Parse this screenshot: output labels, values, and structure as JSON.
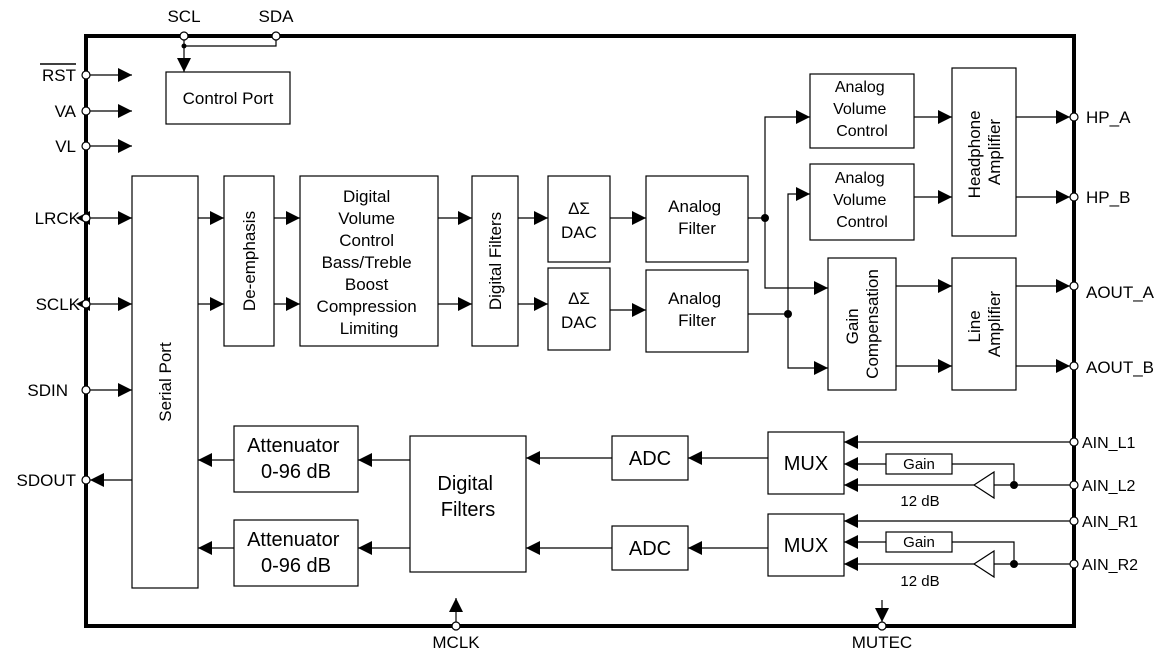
{
  "external_pins": {
    "scl": "SCL",
    "sda": "SDA",
    "rst": "RST",
    "va": "VA",
    "vl": "VL",
    "lrck": "LRCK",
    "sclk": "SCLK",
    "sdin": "SDIN",
    "sdout": "SDOUT",
    "mclk": "MCLK",
    "mutec": "MUTEC",
    "hp_a": "HP_A",
    "hp_b": "HP_B",
    "aout_a": "AOUT_A",
    "aout_b": "AOUT_B",
    "ain_l1": "AIN_L1",
    "ain_l2": "AIN_L2",
    "ain_r1": "AIN_R1",
    "ain_r2": "AIN_R2"
  },
  "blocks": {
    "control_port": "Control Port",
    "serial_port": "Serial Port",
    "de_emphasis": "De-emphasis",
    "dvc": [
      "Digital",
      "Volume",
      "Control",
      "Bass/Treble",
      "Boost",
      "Compression",
      "Limiting"
    ],
    "digital_filters_dac": "Digital Filters",
    "dac_symbol": "ΔΣ",
    "dac_label": "DAC",
    "analog_filter": [
      "Analog",
      "Filter"
    ],
    "analog_volume": [
      "Analog",
      "Volume",
      "Control"
    ],
    "headphone_amp": [
      "Headphone",
      "Amplifier"
    ],
    "gain_comp": [
      "Gain",
      "Compensation"
    ],
    "line_amp": [
      "Line",
      "Amplifier"
    ],
    "attenuator": [
      "Attenuator",
      "0-96 dB"
    ],
    "digital_filters_adc": [
      "Digital",
      "Filters"
    ],
    "adc": "ADC",
    "mux": "MUX",
    "gain": "Gain",
    "gain_db": "12 dB"
  },
  "colors": {
    "line": "#000000",
    "background": "#ffffff"
  }
}
